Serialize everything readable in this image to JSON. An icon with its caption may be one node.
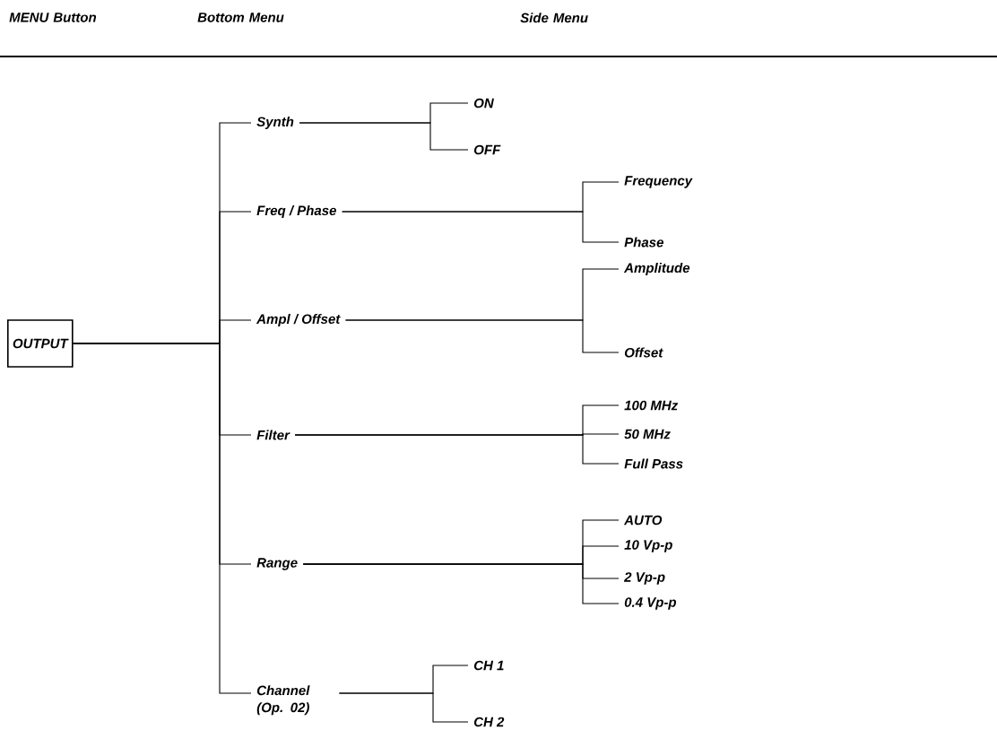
{
  "diagram": {
    "nodes": [
      {
        "text": [
          "OUTPUT"
        ]
      },
      {
        "text": [
          "Synth"
        ]
      },
      {
        "text": [
          "ON"
        ]
      },
      {
        "text": [
          "OFF"
        ]
      },
      {
        "text": [
          "Freq / Phase"
        ]
      },
      {
        "text": [
          "Frequency"
        ]
      },
      {
        "text": [
          "Phase"
        ]
      },
      {
        "text": [
          "Ampl / Offset"
        ]
      },
      {
        "text": [
          "Amplitude"
        ]
      },
      {
        "text": [
          "Offset"
        ]
      },
      {
        "text": [
          "Filter"
        ]
      },
      {
        "text": [
          "100 MHz"
        ]
      },
      {
        "text": [
          "50 MHz"
        ]
      },
      {
        "text": [
          "Full Pass"
        ]
      },
      {
        "text": [
          "Range"
        ]
      },
      {
        "text": [
          "AUTO"
        ]
      },
      {
        "text": [
          "10 Vp-p"
        ]
      },
      {
        "text": [
          "2 Vp-p"
        ]
      },
      {
        "text": [
          "0.4 Vp-p"
        ]
      },
      {
        "text": [
          "Channel (Op. 02)"
        ]
      },
      {
        "text": [
          "CH 1"
        ]
      },
      {
        "text": [
          "CH 2"
        ]
      }
    ],
    "edges": [
      {
        "from": 0,
        "to": 1,
        "arrow": "none"
      },
      {
        "from": 0,
        "to": 4,
        "arrow": "none"
      },
      {
        "from": 0,
        "to": 7,
        "arrow": "none"
      },
      {
        "from": 0,
        "to": 10,
        "arrow": "none"
      },
      {
        "from": 0,
        "to": 14,
        "arrow": "none"
      },
      {
        "from": 0,
        "to": 19,
        "arrow": "none"
      },
      {
        "from": 1,
        "to": 2,
        "arrow": "none"
      },
      {
        "from": 1,
        "to": 3,
        "arrow": "none"
      },
      {
        "from": 4,
        "to": 5,
        "arrow": "none"
      },
      {
        "from": 4,
        "to": 6,
        "arrow": "none"
      },
      {
        "from": 7,
        "to": 8,
        "arrow": "none"
      },
      {
        "from": 7,
        "to": 9,
        "arrow": "none"
      },
      {
        "from": 10,
        "to": 11,
        "arrow": "none"
      },
      {
        "from": 10,
        "to": 12,
        "arrow": "none"
      },
      {
        "from": 10,
        "to": 13,
        "arrow": "none"
      },
      {
        "from": 14,
        "to": 15,
        "arrow": "none"
      },
      {
        "from": 14,
        "to": 16,
        "arrow": "none"
      },
      {
        "from": 14,
        "to": 17,
        "arrow": "none"
      },
      {
        "from": 14,
        "to": 18,
        "arrow": "none"
      },
      {
        "from": 19,
        "to": 20,
        "arrow": "none"
      },
      {
        "from": 19,
        "to": 21,
        "arrow": "none"
      }
    ],
    "labels": [
      "MENU Button",
      "Bottom Menu",
      "Side Menu"
    ]
  }
}
